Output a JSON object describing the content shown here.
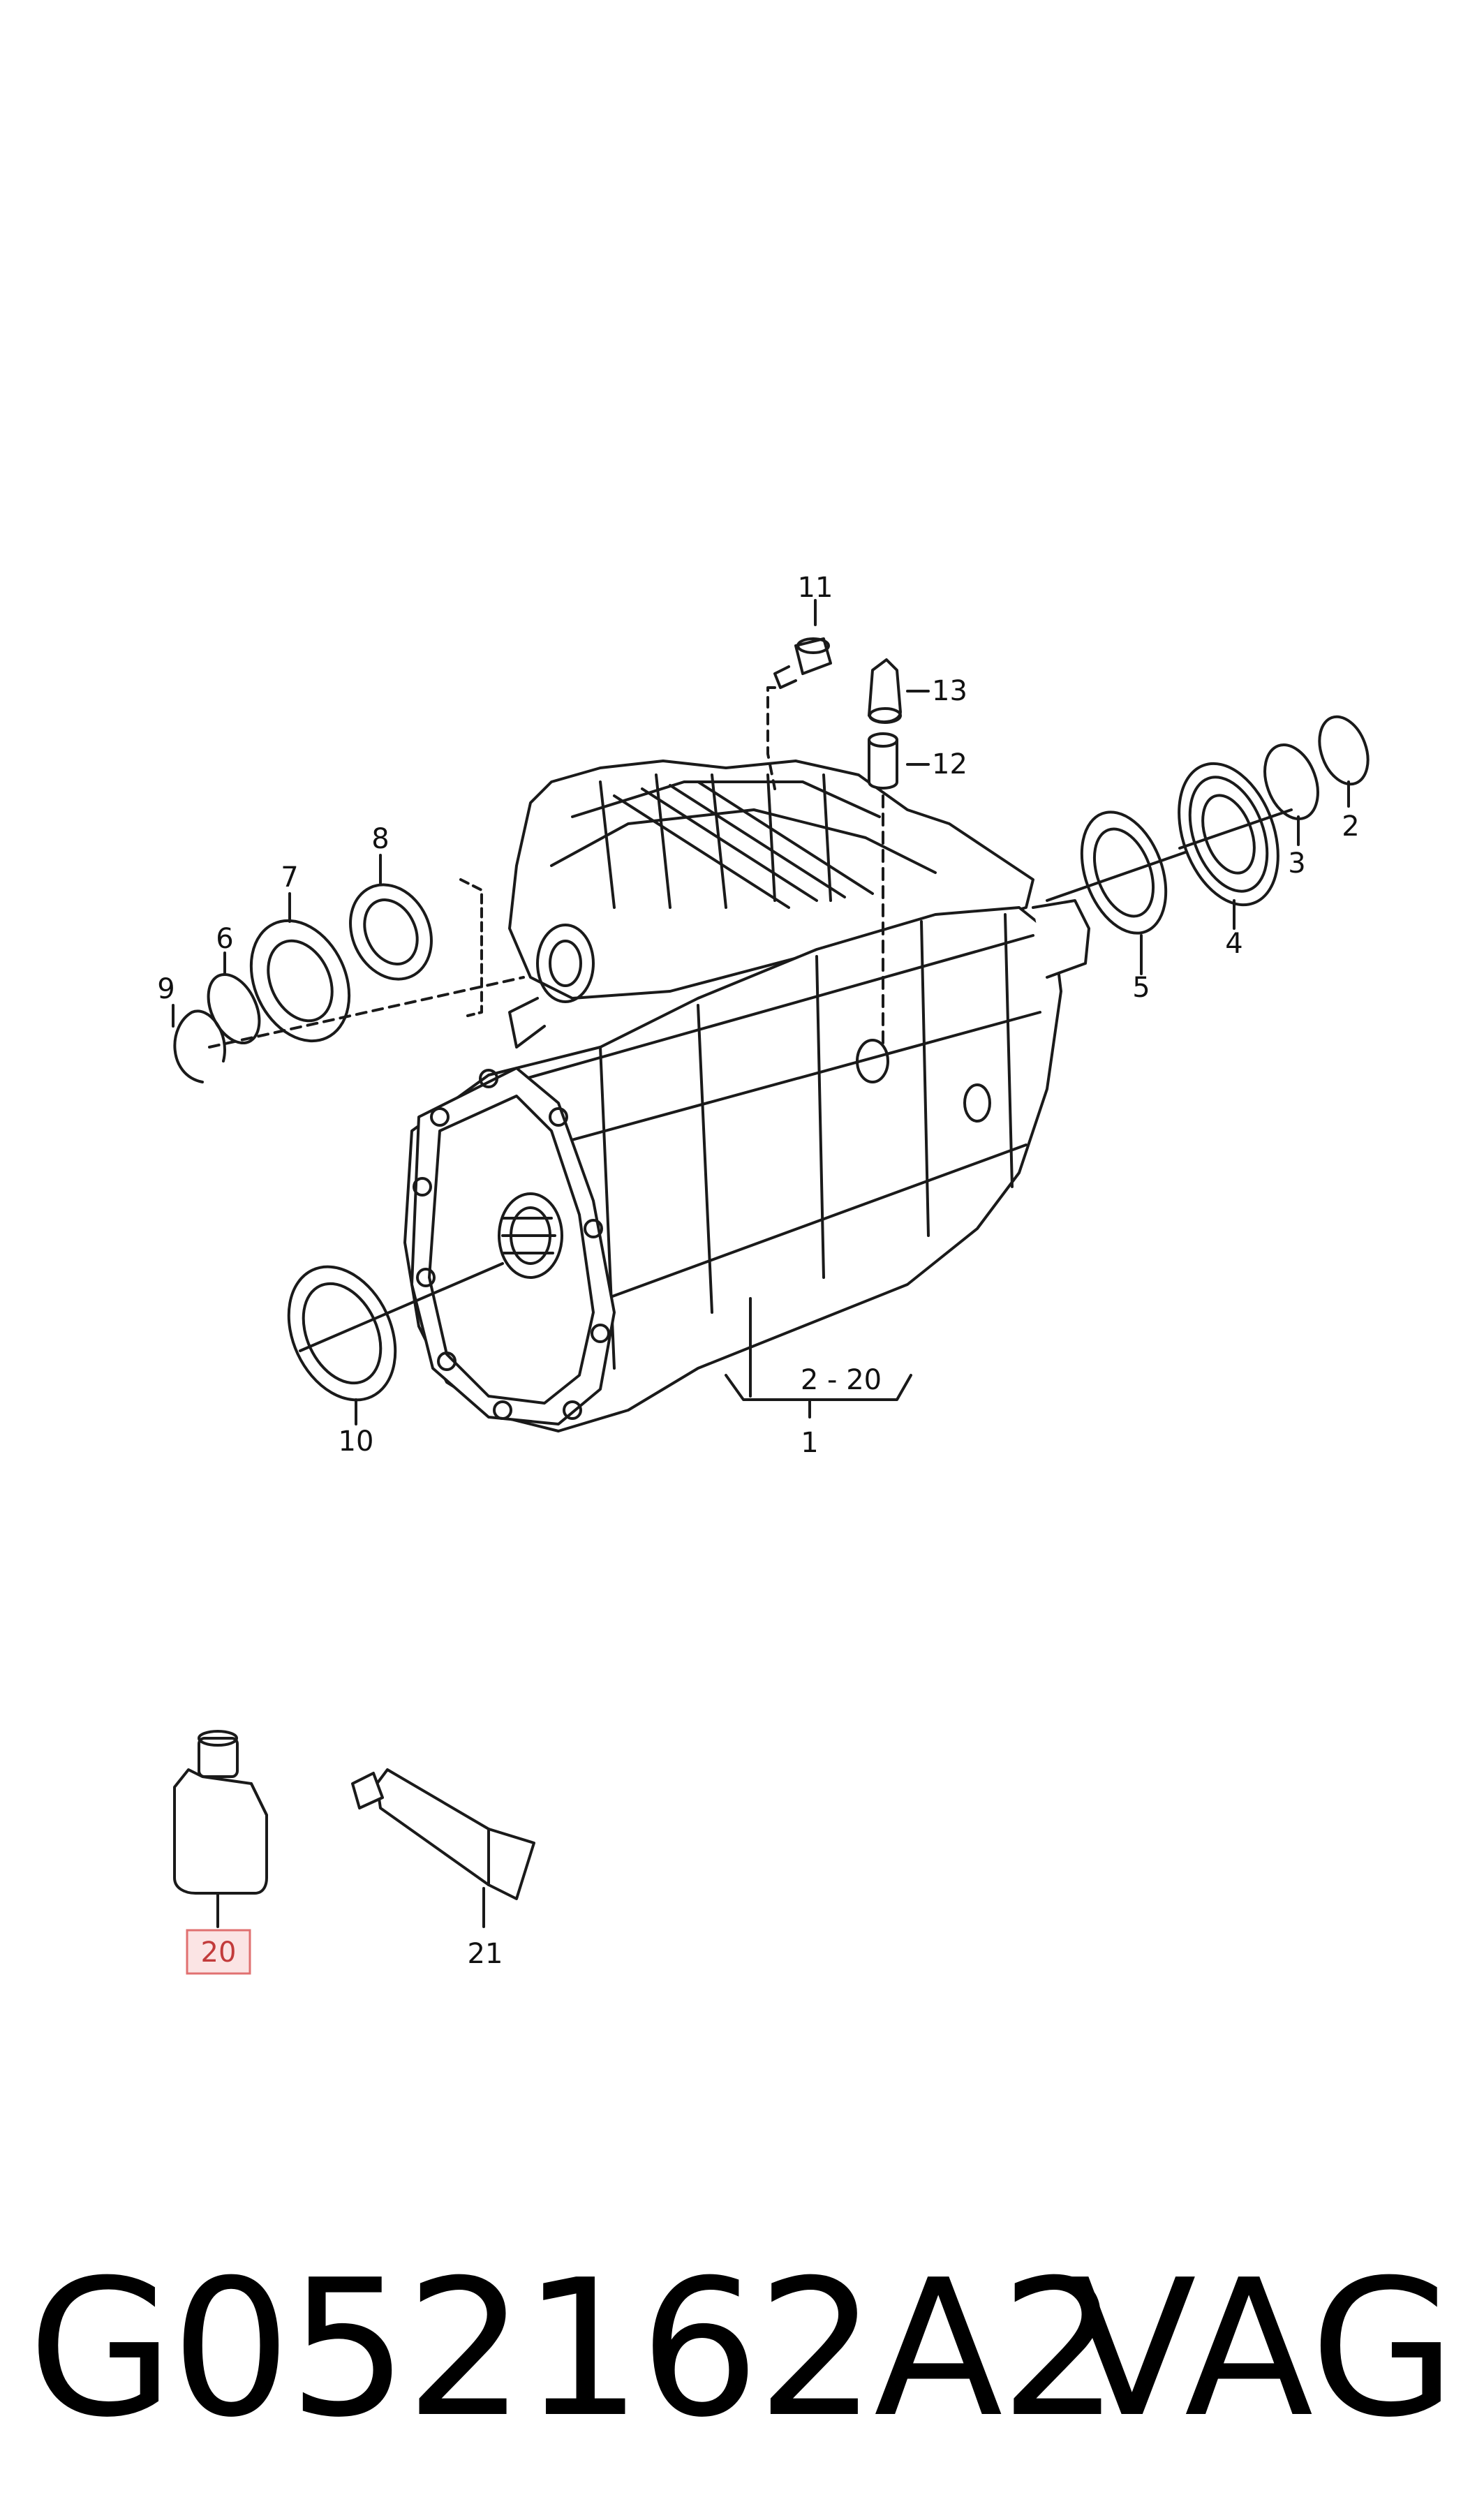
{
  "callouts": {
    "c1": "1",
    "c2": "2",
    "c3": "3",
    "c4": "4",
    "c5": "5",
    "c6": "6",
    "c7": "7",
    "c8": "8",
    "c9": "9",
    "c10": "10",
    "c11": "11",
    "c12": "12",
    "c13": "13",
    "c20": "20",
    "c21": "21",
    "range": "2 - 20"
  },
  "highlighted_callout": "20",
  "colors": {
    "line": "#1a1a1a",
    "highlight_border": "#e07070",
    "highlight_fill": "#fbe4e4"
  },
  "footer": {
    "part_number": "G052162A2",
    "brand": "VAG"
  }
}
